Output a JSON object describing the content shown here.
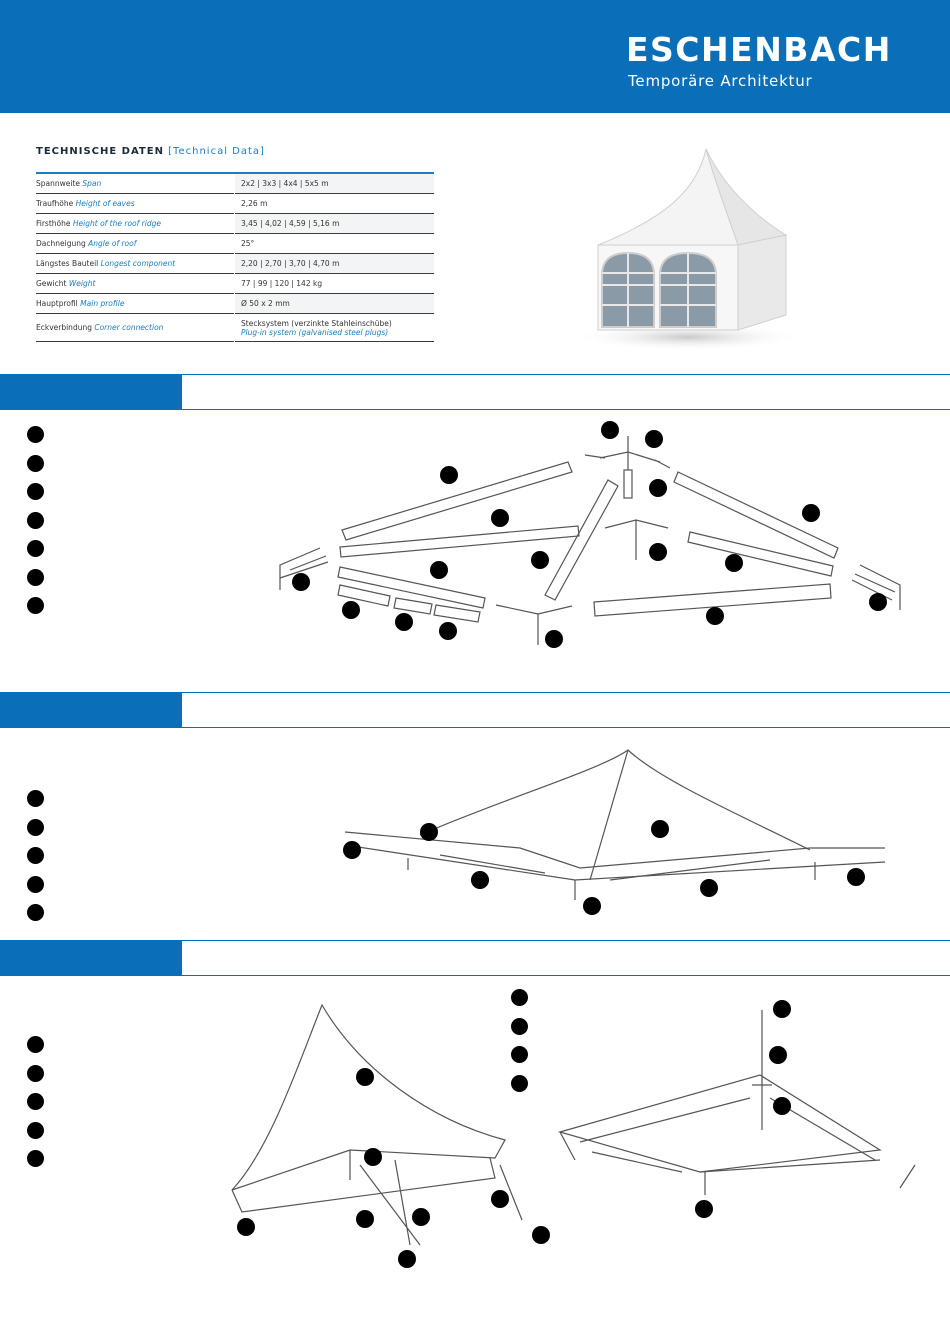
{
  "brand": {
    "name": "ESCHENBACH",
    "tagline": "Temporäre Architektur"
  },
  "technical_data": {
    "title_de": "TECHNISCHE DATEN",
    "title_en": "[Technical Data]",
    "rows": [
      {
        "de": "Spannweite",
        "en": "Span",
        "value": "2x2 | 3x3 | 4x4 | 5x5 m"
      },
      {
        "de": "Traufhöhe",
        "en": "Height of eaves",
        "value": "2,26 m"
      },
      {
        "de": "Firsthöhe",
        "en": "Height of the roof ridge",
        "value": "3,45 | 4,02 | 4,59 | 5,16 m"
      },
      {
        "de": "Dachneigung",
        "en": "Angle of roof",
        "value": "25°"
      },
      {
        "de": "Längstes Bauteil",
        "en": "Longest component",
        "value": "2,20 | 2,70 | 3,70 | 4,70 m"
      },
      {
        "de": "Gewicht",
        "en": "Weight",
        "value": "77 | 99 | 120 | 142 kg"
      },
      {
        "de": "Hauptprofil",
        "en": "Main profile",
        "value": "Ø 50 x 2 mm"
      },
      {
        "de": "Eckverbindung",
        "en": "Corner connection",
        "value": "Stecksystem (verzinkte Stahleinschübe)",
        "value_en": "Plug-in system (galvanised steel plugs)"
      }
    ]
  },
  "colors": {
    "brand_blue": "#0a6fb8",
    "accent_blue": "#1a7ec4",
    "marker": "#000000"
  }
}
